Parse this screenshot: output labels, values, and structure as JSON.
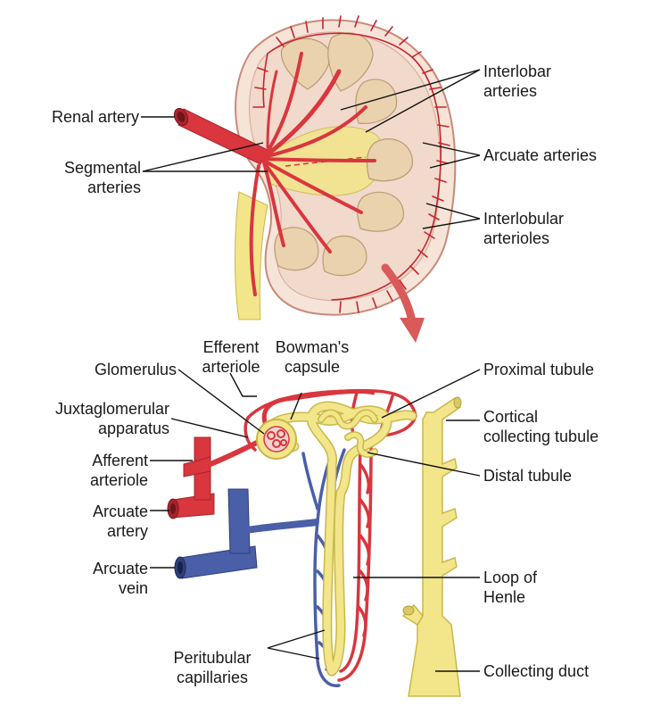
{
  "colors": {
    "artery": "#d9363e",
    "artery_dark": "#a8242c",
    "vein": "#4a5fa8",
    "tubule": "#f3e58a",
    "tubule_edge": "#c9b84a",
    "capsule": "#f4ddd0",
    "pyramid": "#e8cfaa",
    "arrow": "#d95a5a"
  },
  "labels": {
    "renal_artery": "Renal artery",
    "segmental_1": "Segmental",
    "segmental_2": "arteries",
    "interlobar_1": "Interlobar",
    "interlobar_2": "arteries",
    "arcuate_arteries": "Arcuate arteries",
    "interlobular_1": "Interlobular",
    "interlobular_2": "arterioles",
    "efferent_1": "Efferent",
    "efferent_2": "arteriole",
    "bowmans_1": "Bowman's",
    "bowmans_2": "capsule",
    "glomerulus": "Glomerulus",
    "juxta_1": "Juxtaglomerular",
    "juxta_2": "apparatus",
    "afferent_1": "Afferent",
    "afferent_2": "arteriole",
    "arcuate_artery_1": "Arcuate",
    "arcuate_artery_2": "artery",
    "arcuate_vein_1": "Arcuate",
    "arcuate_vein_2": "vein",
    "proximal": "Proximal tubule",
    "cortical_1": "Cortical",
    "cortical_2": "collecting tubule",
    "distal": "Distal tubule",
    "loop_1": "Loop of",
    "loop_2": "Henle",
    "peritubular_1": "Peritubular",
    "peritubular_2": "capillaries",
    "collecting_duct": "Collecting duct"
  }
}
